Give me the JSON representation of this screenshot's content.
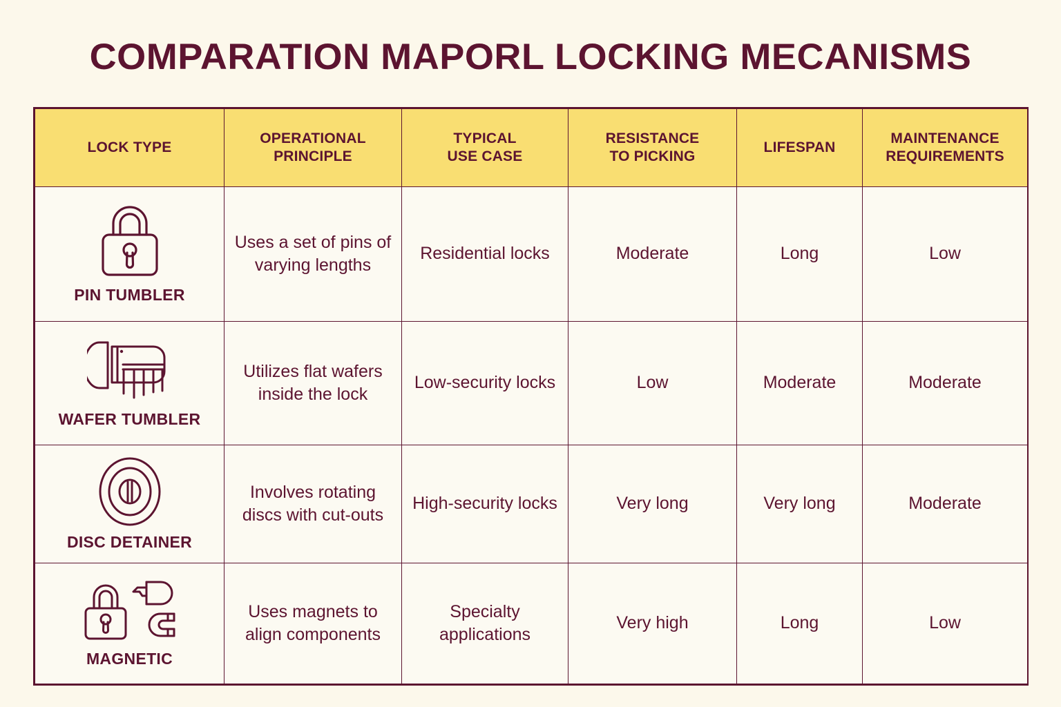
{
  "page": {
    "title": "COMPARATION MAPORL LOCKING MECANISMS",
    "background_color": "#FCF8EB",
    "accent_color": "#5C1430",
    "header_fill_color": "#F9DE72",
    "cell_fill_color": "#FCFAF2"
  },
  "table": {
    "headers": [
      {
        "line1": "LOCK TYPE",
        "line2": ""
      },
      {
        "line1": "OPERATIONAL",
        "line2": "PRINCIPLE"
      },
      {
        "line1": "TYPICAL",
        "line2": "USE CASE"
      },
      {
        "line1": "RESISTANCE",
        "line2": "TO PICKING"
      },
      {
        "line1": "LIFESPAN",
        "line2": ""
      },
      {
        "line1": "MAINTENANCE",
        "line2": "REQUIREMENTS"
      }
    ],
    "rows": [
      {
        "icon": "padlock-icon",
        "lock_type": "PIN TUMBLER",
        "operational_principle": "Uses a set of pins of varying lengths",
        "typical_use_case": "Residential locks",
        "resistance_to_picking": "Moderate",
        "lifespan": "Long",
        "maintenance_requirements": "Low"
      },
      {
        "icon": "wafer-cylinder-icon",
        "lock_type": "WAFER TUMBLER",
        "operational_principle": "Utilizes flat wafers inside the lock",
        "typical_use_case": "Low-security locks",
        "resistance_to_picking": "Low",
        "lifespan": "Moderate",
        "maintenance_requirements": "Moderate"
      },
      {
        "icon": "disc-detainer-icon",
        "lock_type": "DISC DETAINER",
        "operational_principle": "Involves rotating discs with cut-outs",
        "typical_use_case": "High-security locks",
        "resistance_to_picking": "Very long",
        "lifespan": "Very long",
        "maintenance_requirements": "Moderate"
      },
      {
        "icon": "padlock-key-magnet-icon",
        "lock_type": "MAGNETIC",
        "operational_principle": "Uses magnets to align components",
        "typical_use_case": "Specialty applications",
        "resistance_to_picking": "Very high",
        "lifespan": "Long",
        "maintenance_requirements": "Low"
      }
    ]
  }
}
